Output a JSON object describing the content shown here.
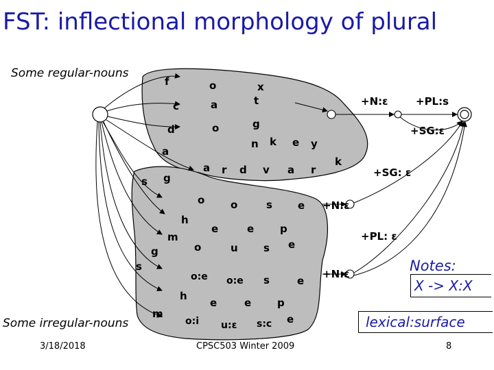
{
  "slide": {
    "title": "FST: inflectional morphology of plural",
    "regular_label": "Some regular-nouns",
    "irregular_label": "Some irregular-nouns",
    "date": "3/18/2018",
    "course": "CPSC503 Winter 2009",
    "page_number": "8",
    "notes_title": "Notes:",
    "notes_rule": "X -> X:X",
    "notes_lexical": "lexical:surface"
  },
  "diagram": {
    "arc_labels": {
      "f": "f",
      "o1": "o",
      "x": "x",
      "c": "c",
      "a1": "a",
      "t": "t",
      "d1": "d",
      "o2": "o",
      "g1": "g",
      "a2": "a",
      "n": "n",
      "k1": "k",
      "e1": "e",
      "y": "y",
      "s1": "s",
      "g2": "g",
      "a3": "a",
      "r1": "r",
      "d2": "d",
      "v": "v",
      "a4": "a",
      "r2": "r",
      "k2": "k",
      "o3": "o",
      "o4": "o",
      "s2": "s",
      "e2": "e",
      "h1": "h",
      "e3": "e",
      "e4": "e",
      "p1": "p",
      "m1": "m",
      "g3": "g",
      "o5": "o",
      "u1": "u",
      "s3": "s",
      "e5": "e",
      "s4": "s",
      "oe1": "o:e",
      "oe2": "o:e",
      "s5": "s",
      "e6": "e",
      "h2": "h",
      "e7": "e",
      "e8": "e",
      "p2": "p",
      "m2": "m",
      "oi": "o:i",
      "ue": "u:ε",
      "sc": "s:c",
      "e9": "e",
      "n_eps_top": "+N:ε",
      "pl_s": "+PL:s",
      "sg_eps_top": "+SG:ε",
      "sg_eps_mid": "+SG: ε",
      "n_eps_mid": "+N:ε",
      "pl_eps": "+PL: ε",
      "n_eps_low": "+N:ε"
    }
  }
}
